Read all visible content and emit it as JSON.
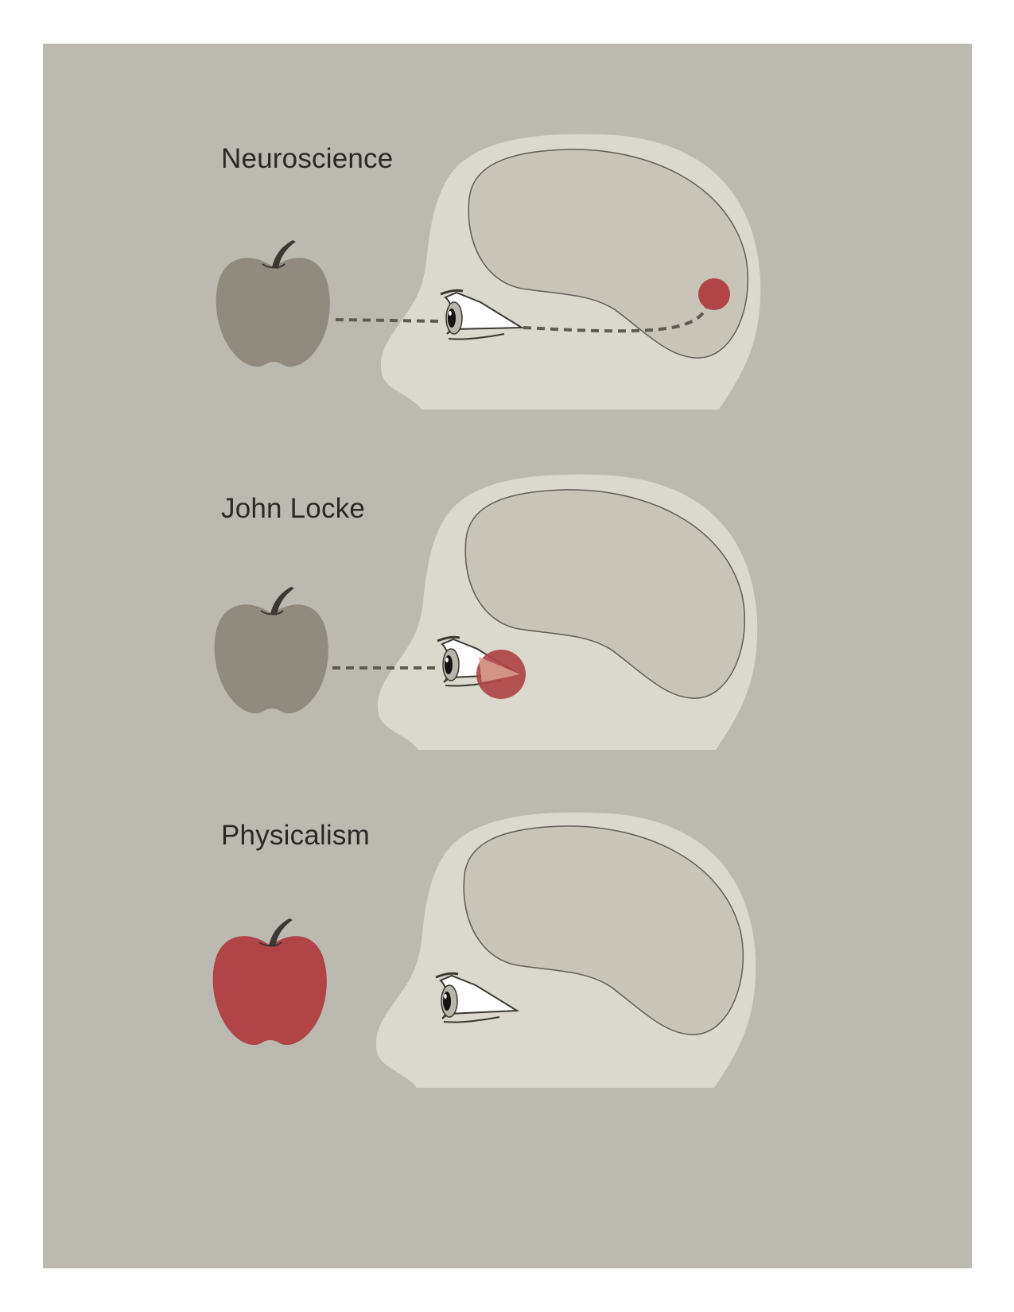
{
  "colors": {
    "background": "#bcbab0",
    "head": "#dbd9cd",
    "brain": "#c9c4b8",
    "apple_gray": "#908b7e",
    "apple_red": "#b04446",
    "marker_red": "#b04446",
    "path_dash": "#5e5b52",
    "outline": "#5f5d55"
  },
  "panels": [
    {
      "label": "Neuroscience",
      "apple_color": "apple_gray",
      "sight_line": "apple-to-eye-to-brain",
      "red_marker": "back-of-brain",
      "icons": [
        "apple-icon",
        "head-profile-icon",
        "brain-icon",
        "eye-icon",
        "red-dot-icon"
      ]
    },
    {
      "label": "John Locke",
      "apple_color": "apple_gray",
      "sight_line": "apple-to-eye",
      "red_marker": "behind-eye",
      "icons": [
        "apple-icon",
        "head-profile-icon",
        "brain-icon",
        "eye-icon",
        "red-dot-icon"
      ]
    },
    {
      "label": "Physicalism",
      "apple_color": "apple_red",
      "sight_line": "none",
      "red_marker": "none",
      "icons": [
        "apple-icon",
        "head-profile-icon",
        "brain-icon",
        "eye-icon"
      ]
    }
  ]
}
